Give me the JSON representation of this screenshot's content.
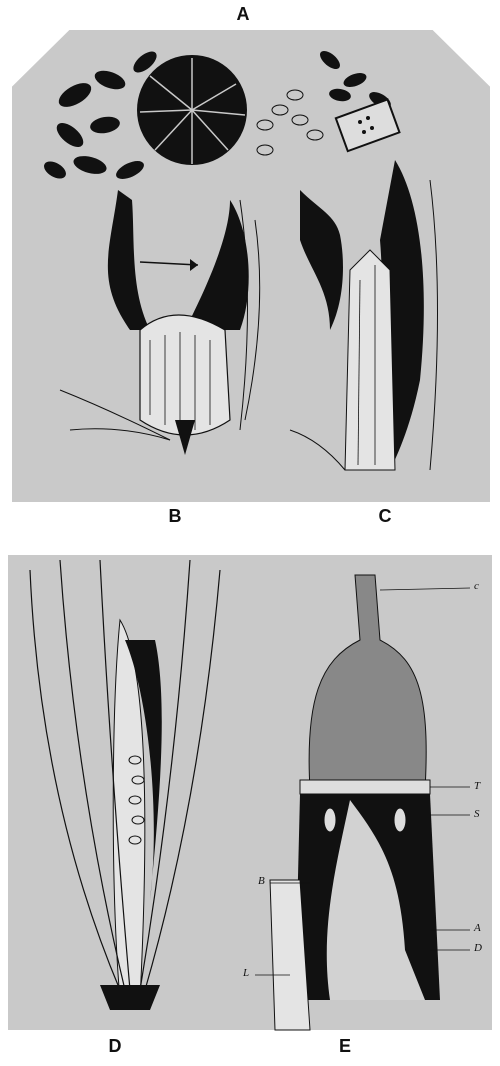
{
  "figure": {
    "top_plate": {
      "label_top": "A",
      "label_left": "B",
      "label_right": "C"
    },
    "bottom_plate": {
      "label_left": "D",
      "label_right": "E",
      "callouts": {
        "c": "c",
        "T": "T",
        "S": "S",
        "B": "B",
        "A": "A",
        "D": "D",
        "L": "L"
      }
    }
  }
}
